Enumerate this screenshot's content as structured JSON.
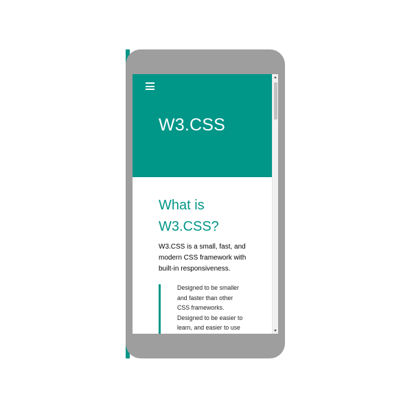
{
  "colors": {
    "brand_teal": "#009688",
    "phone_frame": "#9e9e9e",
    "text_dark": "#000000",
    "page_background": "#ffffff"
  },
  "header": {
    "menu_icon": "hamburger-menu-icon",
    "title": "W3.CSS"
  },
  "main": {
    "heading": "What is W3.CSS?",
    "intro": "W3.CSS is a small, fast, and modern CSS framework with built-in responsiveness.",
    "quote": "Designed to be smaller and faster than other CSS frameworks. Designed to be easier to learn, and easier to use"
  }
}
